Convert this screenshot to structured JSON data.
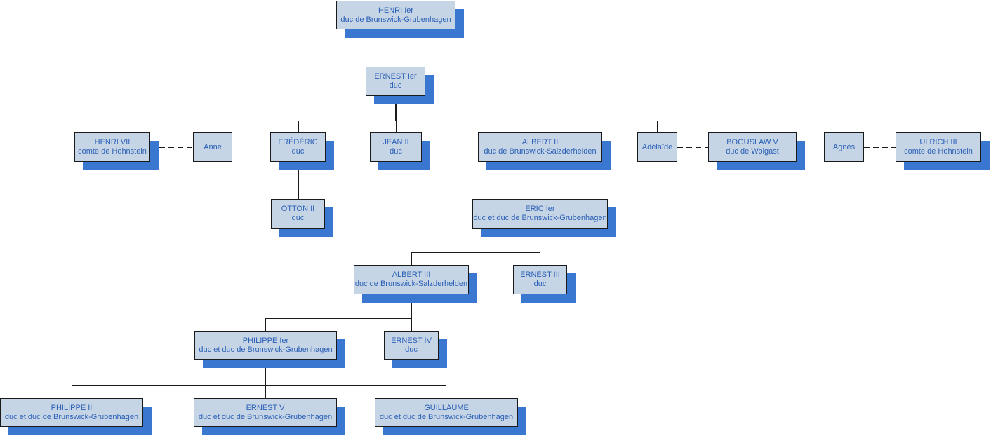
{
  "diagram": {
    "colors": {
      "box_fill": "#c6d5e6",
      "shadow": "#3a77d0",
      "text": "#2a5fb5",
      "line": "#1a1a1a"
    },
    "nodes": {
      "henri1": {
        "line1": "HENRI Ier",
        "line2": "duc de Brunswick-Grubenhagen"
      },
      "ernest1": {
        "line1": "ERNEST Ier",
        "line2": "duc"
      },
      "henri7": {
        "line1": "HENRI VII",
        "line2": "comte de Hohnstein"
      },
      "anne": {
        "line1": "Anne",
        "line2": ""
      },
      "frederic": {
        "line1": "FRÉDÉRIC",
        "line2": "duc"
      },
      "jean2": {
        "line1": "JEAN II",
        "line2": "duc"
      },
      "albert2": {
        "line1": "ALBERT II",
        "line2": "duc de Brunswick-Salzderhelden"
      },
      "adelaide": {
        "line1": "Adélaïde",
        "line2": ""
      },
      "boguslaw5": {
        "line1": "BOGUSLAW V",
        "line2": "duc de Wolgast"
      },
      "agnes": {
        "line1": "Agnès",
        "line2": ""
      },
      "ulrich3": {
        "line1": "ULRICH III",
        "line2": "comte de Hohnstein"
      },
      "otton2": {
        "line1": "OTTON II",
        "line2": "duc"
      },
      "eric1": {
        "line1": "ERIC Ier",
        "line2": "duc et duc de Brunswick-Grubenhagen"
      },
      "albert3": {
        "line1": "ALBERT III",
        "line2": "duc de Brunswick-Salzderhelden"
      },
      "ernest3": {
        "line1": "ERNEST III",
        "line2": "duc"
      },
      "philippe1": {
        "line1": "PHILIPPE Ier",
        "line2": "duc et duc de Brunswick-Grubenhagen"
      },
      "ernest4": {
        "line1": "ERNEST IV",
        "line2": "duc"
      },
      "philippe2": {
        "line1": "PHILIPPE II",
        "line2": "duc et duc de Brunswick-Grubenhagen"
      },
      "ernest5": {
        "line1": "ERNEST V",
        "line2": "duc et duc de Brunswick-Grubenhagen"
      },
      "guillaume": {
        "line1": "GUILLAUME",
        "line2": "duc et duc de Brunswick-Grubenhagen"
      }
    }
  }
}
